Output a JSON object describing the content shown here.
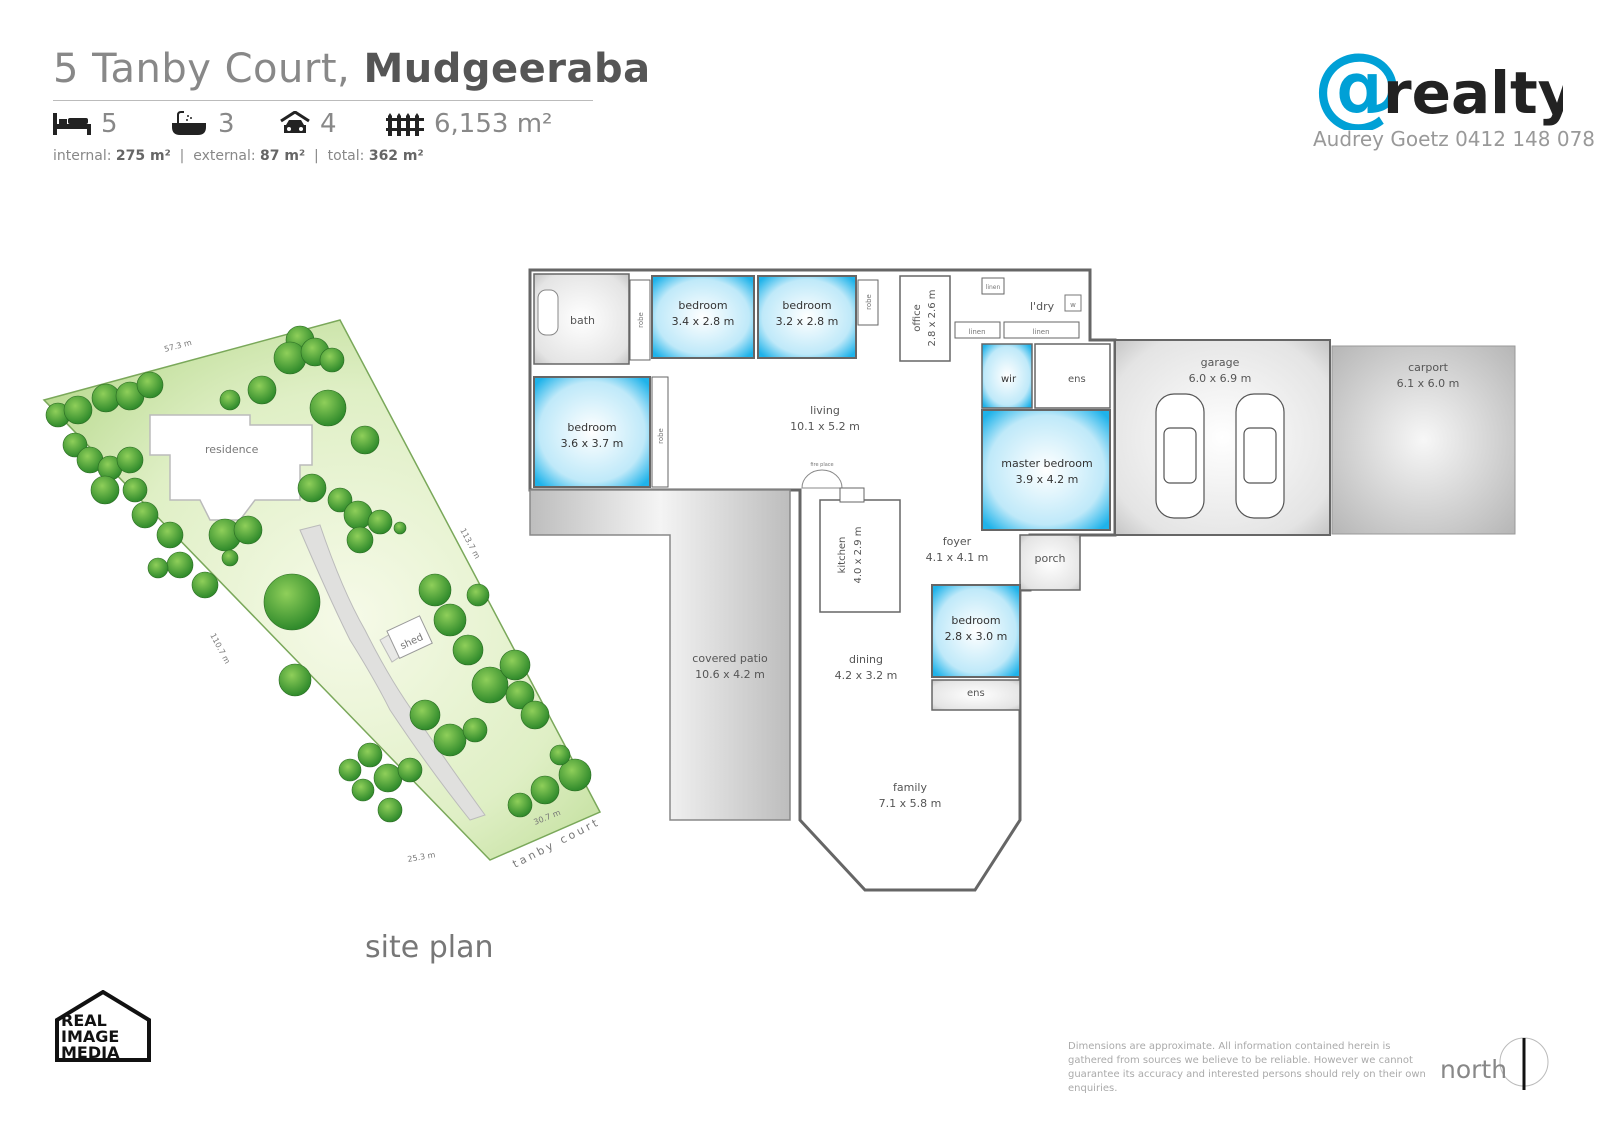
{
  "header": {
    "address": "5 Tanby Court,",
    "suburb": "Mudgeeraba",
    "bedrooms": "5",
    "bathrooms": "3",
    "car_spaces": "4",
    "land_area": "6,153 m²",
    "areas": {
      "internal_label": "internal:",
      "internal_value": "275 m²",
      "external_label": "external:",
      "external_value": "87 m²",
      "total_label": "total:",
      "total_value": "362 m²",
      "separator": "|"
    }
  },
  "agency": {
    "logo_at": "@",
    "logo_text": "realty",
    "agent": "Audrey Goetz  0412 148 078",
    "brand_color": "#00a0d6"
  },
  "site_plan": {
    "caption": "site plan",
    "labels": {
      "residence": "residence",
      "shed": "shed",
      "street": "tanby court",
      "dim_top": "57.3 m",
      "dim_right": "113.7 m",
      "dim_left": "110.7 m",
      "dim_bottom": "25.3 m",
      "dim_front": "30.7 m"
    }
  },
  "floor_plan": {
    "rooms": {
      "bath": "bath",
      "robe": "robe",
      "bed1_name": "bedroom",
      "bed1_dim": "3.4 x 2.8 m",
      "bed2_name": "bedroom",
      "bed2_dim": "3.2 x 2.8 m",
      "office_name": "office",
      "office_dim": "2.8 x 2.6 m",
      "linen": "linen",
      "ldry": "l'dry",
      "w": "w",
      "bed3_name": "bedroom",
      "bed3_dim": "3.6 x 3.7 m",
      "living_name": "living",
      "living_dim": "10.1 x 5.2 m",
      "fireplace": "fire place",
      "wir": "wir",
      "ens": "ens",
      "master_name": "master bedroom",
      "master_dim": "3.9 x 4.2 m",
      "garage_name": "garage",
      "garage_dim": "6.0 x 6.9 m",
      "carport_name": "carport",
      "carport_dim": "6.1 x 6.0 m",
      "kitchen_name": "kitchen",
      "kitchen_dim": "4.0 x 2.9 m",
      "foyer_name": "foyer",
      "foyer_dim": "4.1 x 4.1 m",
      "porch": "porch",
      "bed4_name": "bedroom",
      "bed4_dim": "2.8 x 3.0 m",
      "ens2": "ens",
      "patio_name": "covered patio",
      "patio_dim": "10.6 x 4.2 m",
      "dining_name": "dining",
      "dining_dim": "4.2 x 3.2 m",
      "family_name": "family",
      "family_dim": "7.1 x 5.8 m"
    },
    "room_color": "#1fb3ea"
  },
  "footer": {
    "disclaimer": "Dimensions are approximate.  All information contained herein is gathered from sources we believe to be reliable.  However we cannot guarantee its accuracy and interested persons should rely on their own enquiries.",
    "north": "north",
    "rim_logo": [
      "REAL",
      "IMAGE",
      "MEDIA"
    ]
  }
}
